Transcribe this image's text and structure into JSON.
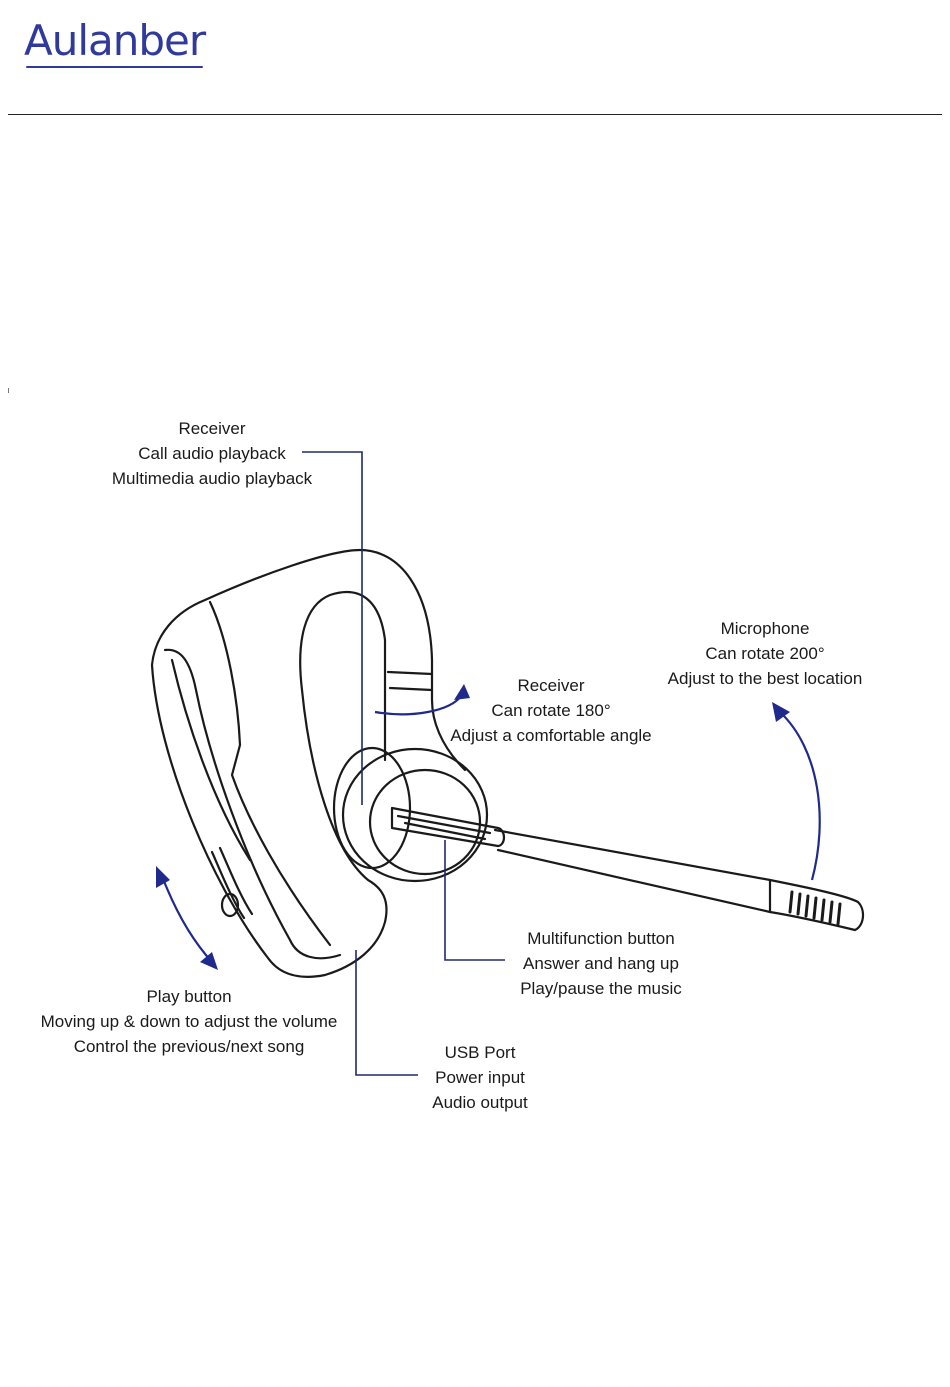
{
  "brand": {
    "logo_text": "Aulanber"
  },
  "callouts": {
    "receiver_top": {
      "lines": [
        "Receiver",
        "Call audio playback",
        "Multimedia audio playback"
      ]
    },
    "microphone": {
      "lines": [
        "Microphone",
        "Can rotate 200°",
        "Adjust to the best location"
      ]
    },
    "receiver_rotate": {
      "lines": [
        "Receiver",
        "Can rotate 180°",
        "Adjust a comfortable angle"
      ]
    },
    "multifunction": {
      "lines": [
        "Multifunction button",
        "Answer and hang up",
        "Play/pause the music"
      ]
    },
    "play_button": {
      "lines": [
        "Play button",
        "Moving up & down to adjust the volume",
        "Control the previous/next song"
      ]
    },
    "usb_port": {
      "lines": [
        "USB Port",
        "Power input",
        "Audio output"
      ]
    }
  },
  "colors": {
    "brand": "#2f3a9c",
    "arrow": "#1f2a8c",
    "leader": "#1f2a6c",
    "line_art": "#1a1a1a"
  }
}
